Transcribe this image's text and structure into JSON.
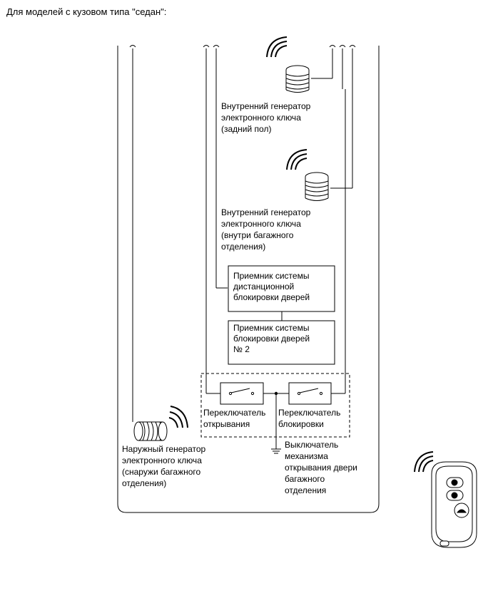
{
  "heading": "Для моделей с кузовом типа \"седан\":",
  "gen_rear_floor": {
    "line1": "Внутренний генератор",
    "line2": "электронного ключа",
    "line3": "(задний пол)"
  },
  "gen_trunk_inside": {
    "line1": "Внутренний генератор",
    "line2": "электронного ключа",
    "line3": "(внутри багажного",
    "line4": "отделения)"
  },
  "receiver_remote": {
    "line1": "Приемник системы",
    "line2": "дистанционной",
    "line3": "блокировки дверей"
  },
  "receiver_door_lock": {
    "line1": "Приемник системы",
    "line2": "блокировки дверей",
    "line3": "№ 2"
  },
  "switch_open": {
    "line1": "Переключатель",
    "line2": "открывания"
  },
  "switch_lock": {
    "line1": "Переключатель",
    "line2": "блокировки"
  },
  "gen_outside": {
    "line1": "Наружный генератор",
    "line2": "электронного ключа",
    "line3": "(снаружи багажного",
    "line4": "отделения)"
  },
  "trunk_switch": {
    "line1": "Выключатель",
    "line2": "механизма",
    "line3": "открывания двери",
    "line4": "багажного",
    "line5": "отделения"
  },
  "icons": [
    "signal-waves-icon",
    "antenna-coil-icon",
    "ground-icon",
    "smart-key-icon"
  ]
}
